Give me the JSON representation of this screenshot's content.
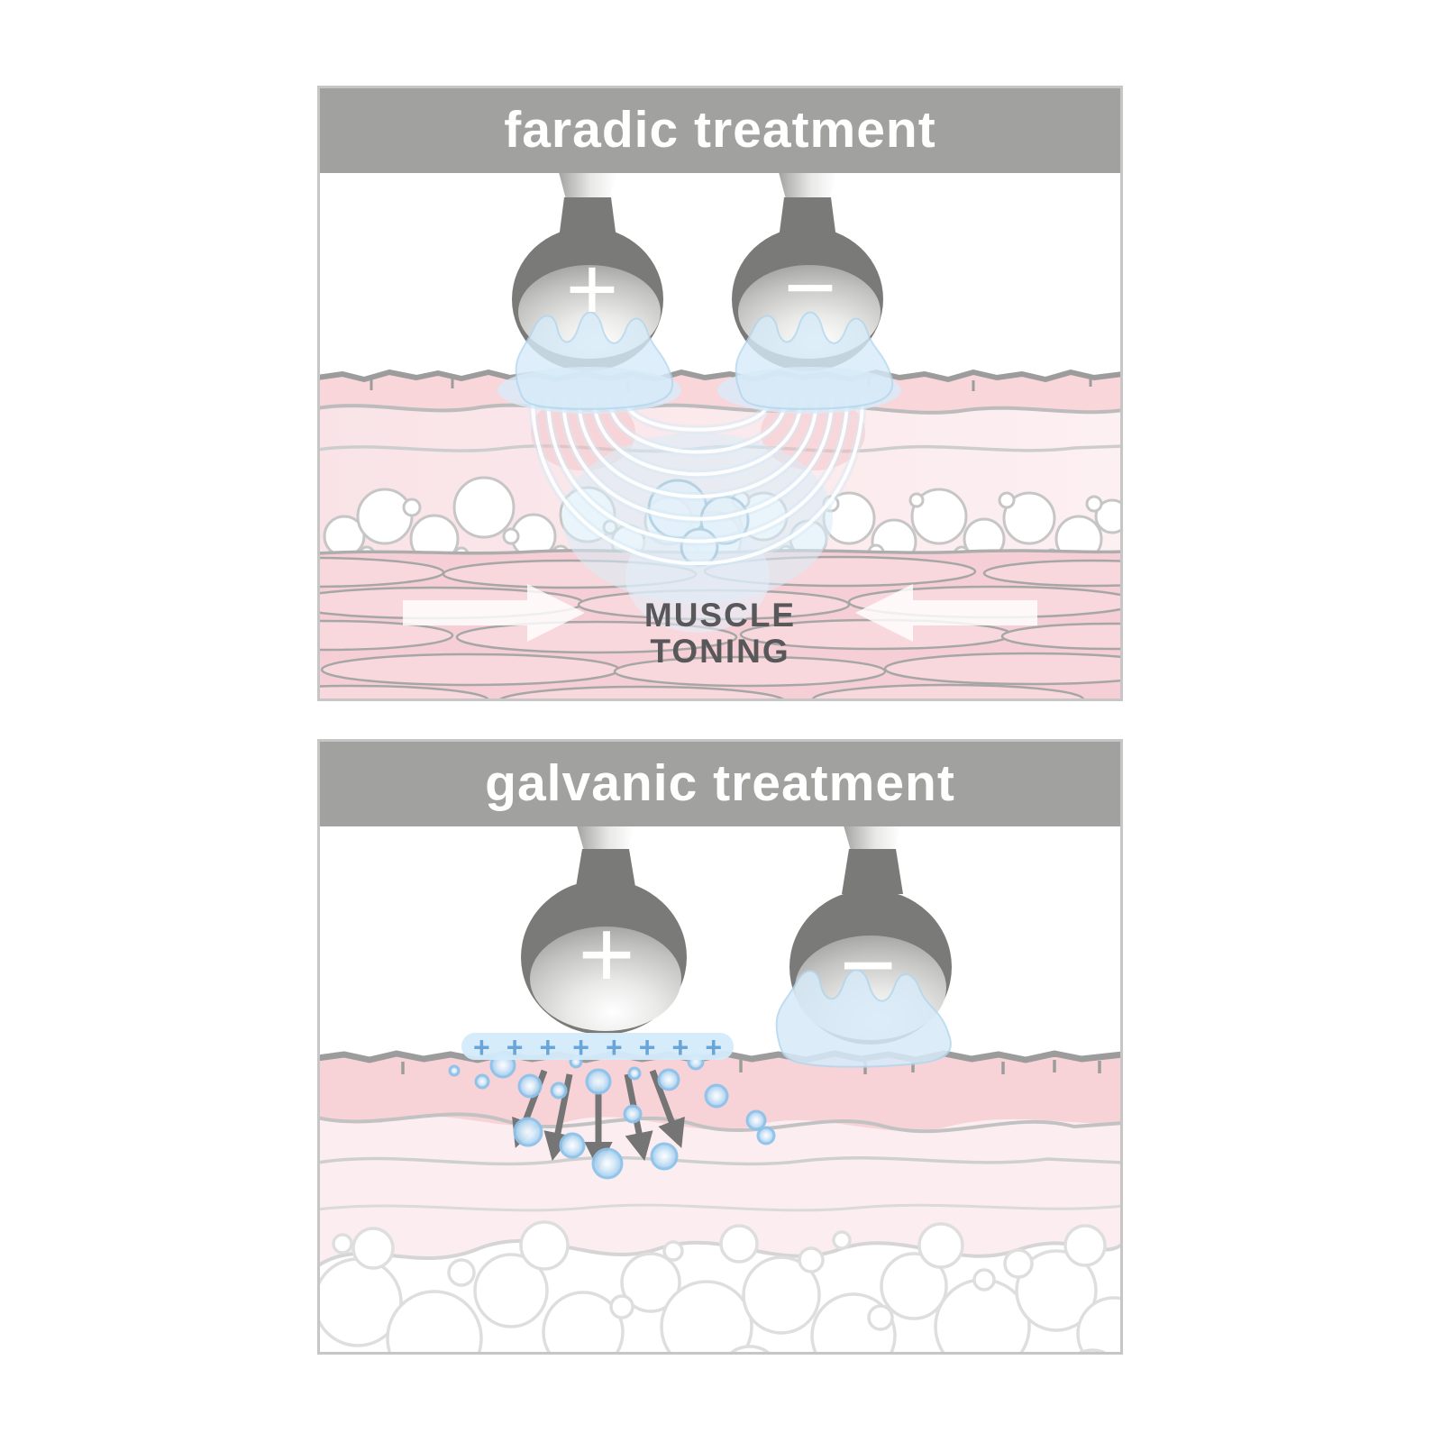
{
  "colors": {
    "header_bar": "#a1a19f",
    "panel_border": "#c6c6c6",
    "panel_background": "#ffffff",
    "title_text": "#ffffff",
    "electrode_dark": "#7a7a78",
    "gel_blue": "#d7ebf9",
    "gel_outline": "#b3d7ee",
    "epidermis_pink": "#f8d6da",
    "dermis_pink": "#fbe9ec",
    "muscle_pink": "#f5cfd5",
    "fat_outline": "#c9c9c9",
    "annotation_text": "#58585a",
    "ion_arrow_gray": "#757575",
    "ion_blue": "#9fcdf0",
    "pad_plus_blue": "#6aa5d8",
    "field_line_white": "#ffffff"
  },
  "panels": [
    {
      "id": "faradic",
      "title": "faradic treatment",
      "left_electrode": {
        "sign": "+",
        "polarity": "positive"
      },
      "right_electrode": {
        "sign": "−",
        "polarity": "negative"
      },
      "annotation": {
        "line1": "MUSCLE",
        "line2": "TONING"
      }
    },
    {
      "id": "galvanic",
      "title": "galvanic treatment",
      "left_electrode": {
        "sign": "+",
        "polarity": "positive"
      },
      "right_electrode": {
        "sign": "−",
        "polarity": "negative"
      },
      "gel_pad_charges": "+ + + + + + + +"
    }
  ]
}
